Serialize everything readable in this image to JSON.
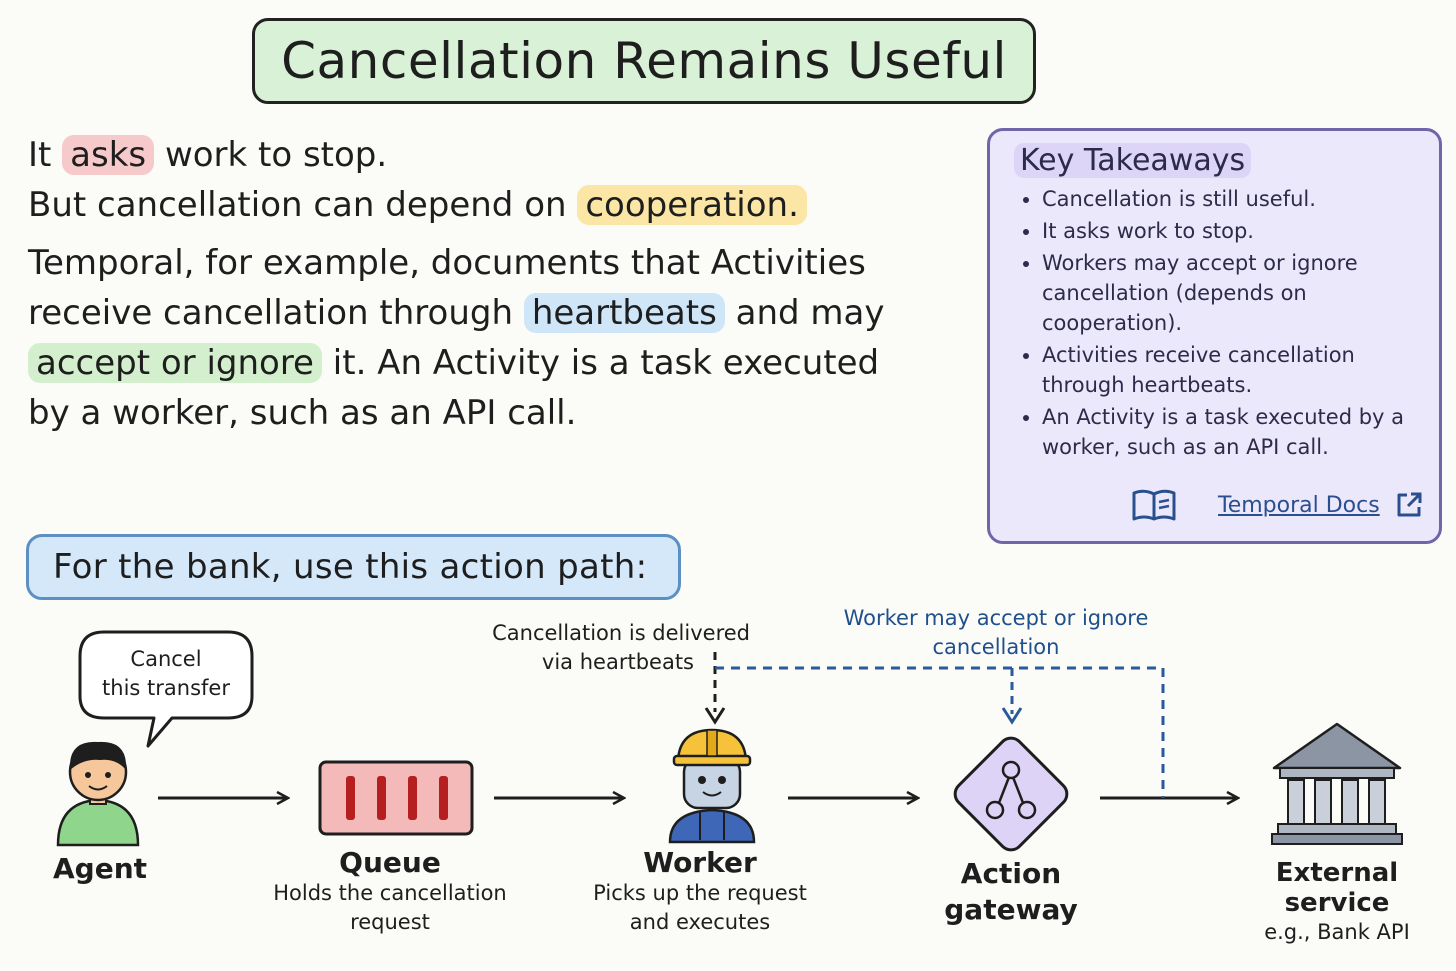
{
  "title": "Cancellation Remains Useful",
  "intro": {
    "line1_pre": "It",
    "line1_hl": "asks",
    "line1_post": "work to stop.",
    "line2_pre": "But cancellation can depend on",
    "line2_hl": "cooperation.",
    "line3": "Temporal, for example, documents that Activities",
    "line4_pre": "receive cancellation through",
    "line4_hl": "heartbeats",
    "line4_post": "and may",
    "line5_hl": "accept or ignore",
    "line5_post": "it. An Activity is a task executed",
    "line6": "by a worker, such as an API call."
  },
  "takeaways": {
    "heading": "Key Takeaways",
    "items": [
      "Cancellation is still useful.",
      "It asks work to stop.",
      "Workers may accept or ignore cancellation (depends on cooperation).",
      "Activities receive cancellation through heartbeats.",
      "An Activity is a task executed by a worker, such as an API call."
    ],
    "link_label": "Temporal Docs"
  },
  "path_heading": "For the bank, use this action path:",
  "speech_bubble": {
    "line1": "Cancel",
    "line2": "this transfer"
  },
  "annotations": {
    "heartbeat_line1": "Cancellation is delivered",
    "heartbeat_line2": "via heartbeats",
    "accept_line1": "Worker may accept or ignore",
    "accept_line2": "cancellation"
  },
  "nodes": {
    "agent": {
      "name": "Agent"
    },
    "queue": {
      "name": "Queue",
      "desc_line1": "Holds the cancellation",
      "desc_line2": "request"
    },
    "worker": {
      "name": "Worker",
      "desc_line1": "Picks up the request",
      "desc_line2": "and executes"
    },
    "gateway": {
      "name_line1": "Action",
      "name_line2": "gateway"
    },
    "external": {
      "name": "External service",
      "desc": "e.g., Bank API"
    }
  },
  "icons": [
    "person-icon",
    "queue-icon",
    "worker-icon",
    "gateway-icon",
    "bank-icon",
    "book-icon",
    "external-link-icon"
  ],
  "colors": {
    "title_bg": "#d9f1d6",
    "takeaways_bg": "#ece8fb",
    "path_bg": "#d4e8f9",
    "queue_fill": "#f4b9b9",
    "gateway_fill": "#ddd3f7",
    "dashed_blue": "#2a5a9c"
  }
}
